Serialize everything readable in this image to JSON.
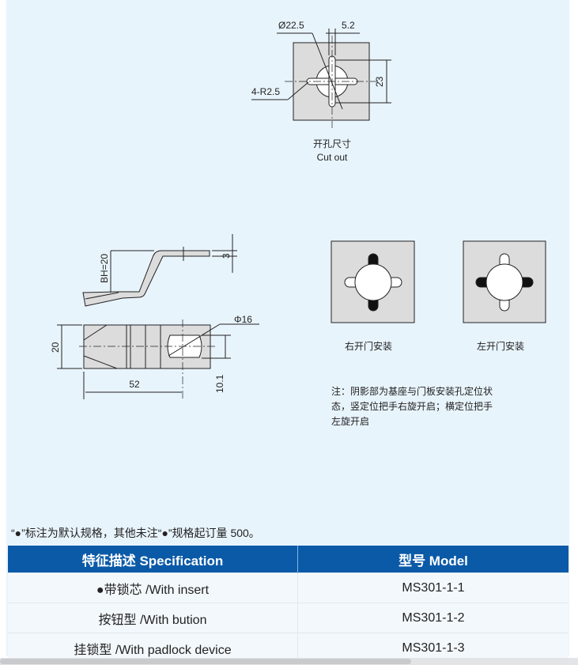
{
  "cutout": {
    "dia": "Ø22.5",
    "width": "5.2",
    "radius": "4-R2.5",
    "height": "23",
    "label_cn": "开孔尺寸",
    "label_en": "Cut out"
  },
  "handle": {
    "bh": "BH=20",
    "thickness": "3",
    "phi": "Φ16",
    "height": "20",
    "length": "52",
    "offset": "10.1"
  },
  "install": {
    "right": "右开门安装",
    "left": "左开门安装",
    "note": [
      "注：阴影部为基座与门板安装孔定位状",
      "态，竖定位把手右旋开启；横定位把手",
      "左旋开启"
    ]
  },
  "default_note": "“●”标注为默认规格，其他未注“●”规格起订量 500。",
  "table": {
    "headers": [
      "特征描述 Specification",
      "型号 Model"
    ],
    "rows": [
      [
        "●带锁芯 /With insert",
        "MS301-1-1"
      ],
      [
        "按钮型 /With bution",
        "MS301-1-2"
      ],
      [
        "挂锁型 /With padlock device",
        "MS301-1-3"
      ]
    ]
  },
  "colors": {
    "header": "#0a5aa8",
    "background": "#e8f4fc",
    "plate": "#dcdcdc"
  }
}
